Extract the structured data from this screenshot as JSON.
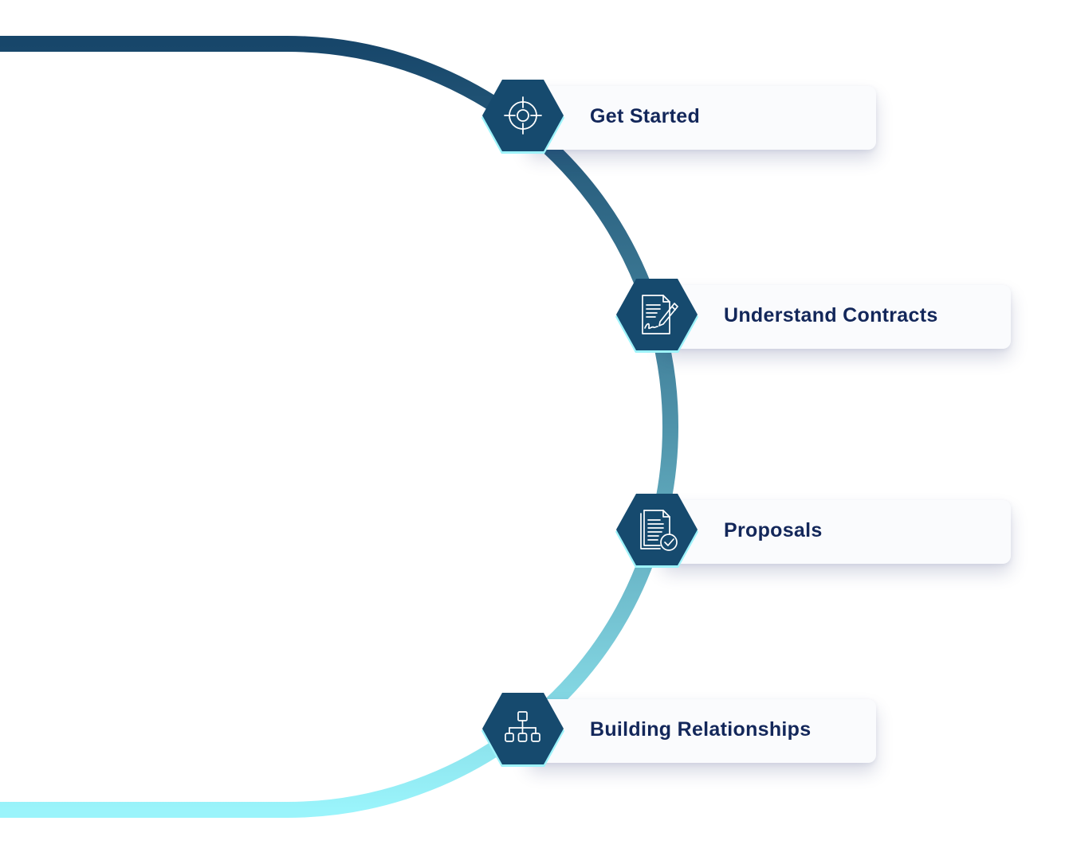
{
  "steps": [
    {
      "label": "Get Started",
      "icon": "target-icon"
    },
    {
      "label": "Understand Contracts",
      "icon": "signed-contract-icon"
    },
    {
      "label": "Proposals",
      "icon": "approved-document-icon"
    },
    {
      "label": "Building Relationships",
      "icon": "org-chart-icon"
    }
  ],
  "colors": {
    "path_start": "#17466a",
    "path_end": "#9af4fb",
    "hexagon_fill": "#164a6e",
    "hexagon_glow": "#9ef3fa",
    "label_text": "#13275a",
    "card_bg": "#fafbfd"
  }
}
